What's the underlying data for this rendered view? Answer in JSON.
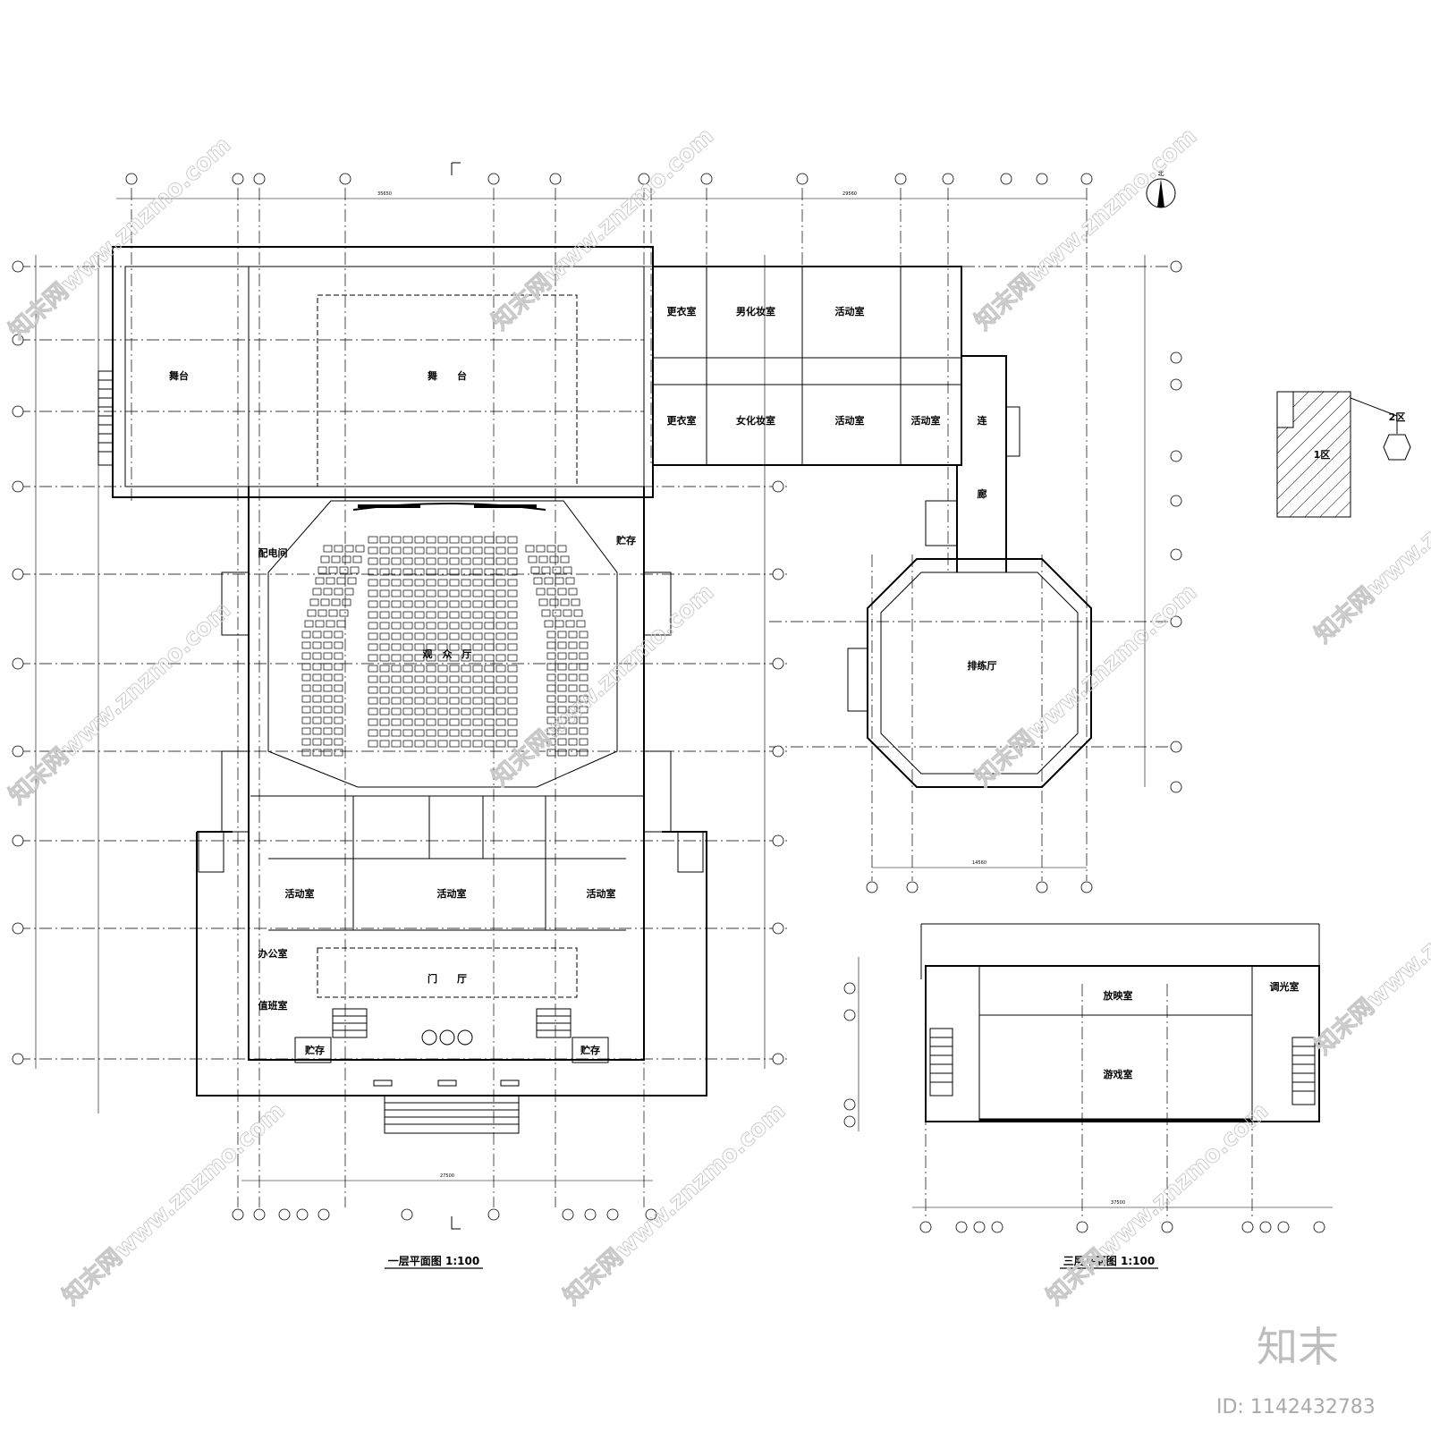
{
  "plan1": {
    "title": "一层平面图  1:100",
    "rooms": {
      "stage_side": "舞台",
      "stage_main": "舞　　台",
      "auditorium": "观　众　厅",
      "projection": "配电间",
      "storage_right": "贮存",
      "activity_left": "活动室",
      "activity_mid": "活动室",
      "activity_right": "活动室",
      "office": "办公室",
      "reception": "值班室",
      "lobby": "门　　厅",
      "storage_bl": "贮存",
      "storage_br": "贮存",
      "dressing_1": "更衣室",
      "makeup_m": "男化妆室",
      "activity_n1": "活动室",
      "dressing_2": "更衣室",
      "makeup_f": "女化妆室",
      "activity_n2": "活动室",
      "activity_n3": "活动室",
      "corridor_1": "连",
      "corridor_2": "廊",
      "rehearsal": "排练厅"
    },
    "dims": {
      "total_top_left": "35650",
      "total_top_right": "29560",
      "total_bottom": "27500",
      "rehearsal_bottom": "14560"
    }
  },
  "plan3": {
    "title": "三层平面图  1:100",
    "rooms": {
      "screening": "放映室",
      "control": "调光室",
      "game": "游戏室"
    },
    "dims": {
      "total_bottom": "37500"
    }
  },
  "zone": {
    "zone1": "1区",
    "zone2": "2区"
  },
  "compass": {
    "north": "北"
  },
  "brand": {
    "logo": "知末",
    "id": "ID: 1142432783"
  },
  "watermark": {
    "text": "知末网www.znzmo.com"
  }
}
